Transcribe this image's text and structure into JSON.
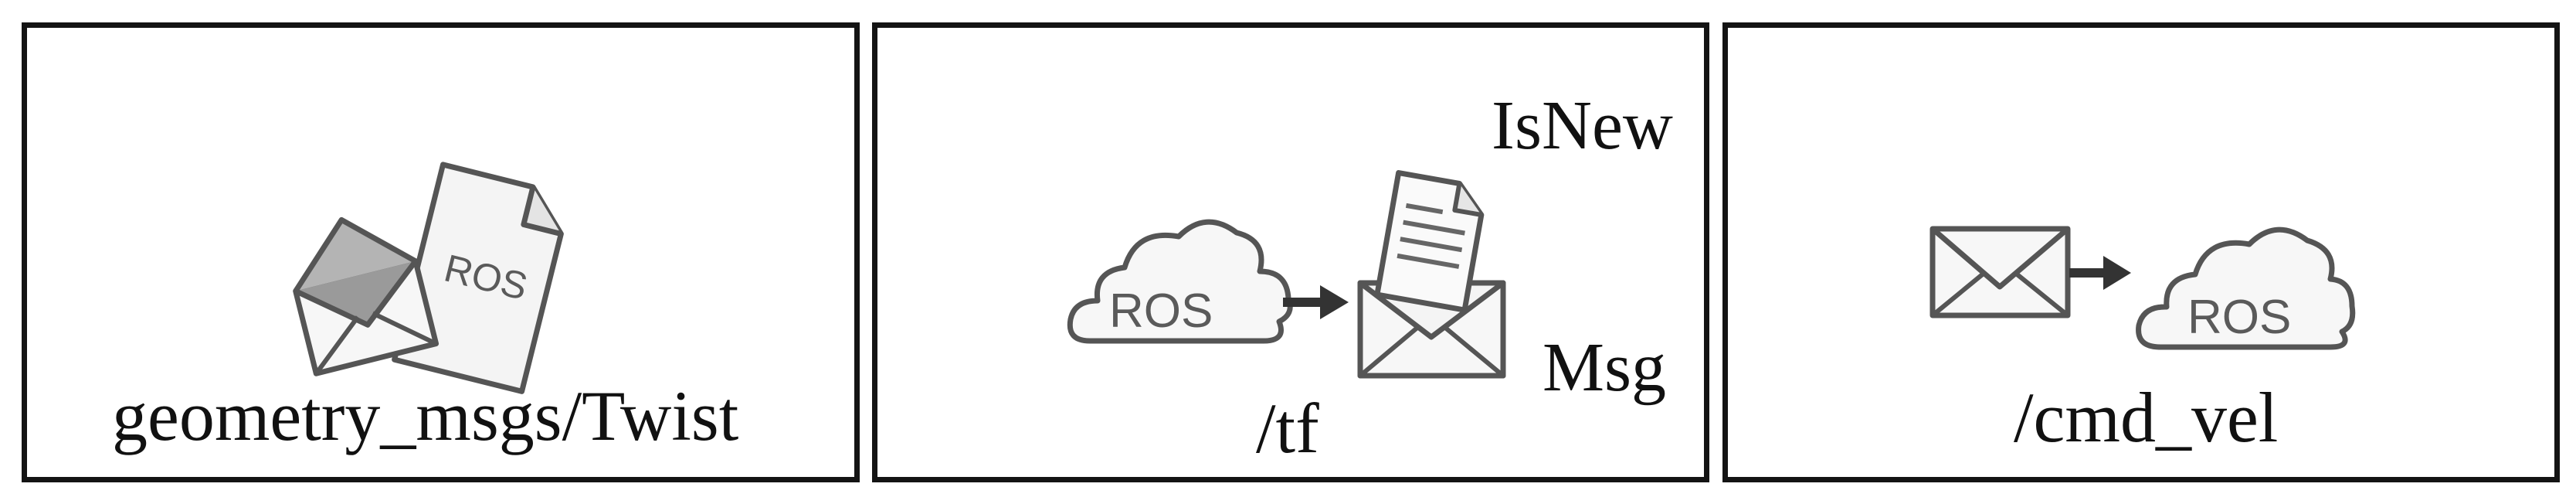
{
  "panels": [
    {
      "id": "message-type-node",
      "icon": "envelope-and-ros-document-icon",
      "icon_text": "ROS",
      "caption": "geometry_msgs/Twist"
    },
    {
      "id": "subscriber-node",
      "icon": "ros-cloud-to-open-envelope-icon",
      "icon_text": "ROS",
      "caption": "/tf",
      "ports": {
        "top": "IsNew",
        "bottom": "Msg"
      }
    },
    {
      "id": "publisher-node",
      "icon": "envelope-to-ros-cloud-icon",
      "icon_text": "ROS",
      "caption": "/cmd_vel"
    }
  ],
  "colors": {
    "border": "#141414",
    "icon_stroke": "#555555",
    "icon_fill": "#f2f2f2",
    "icon_dark_fill": "#a8a8a8",
    "text": "#111111"
  }
}
